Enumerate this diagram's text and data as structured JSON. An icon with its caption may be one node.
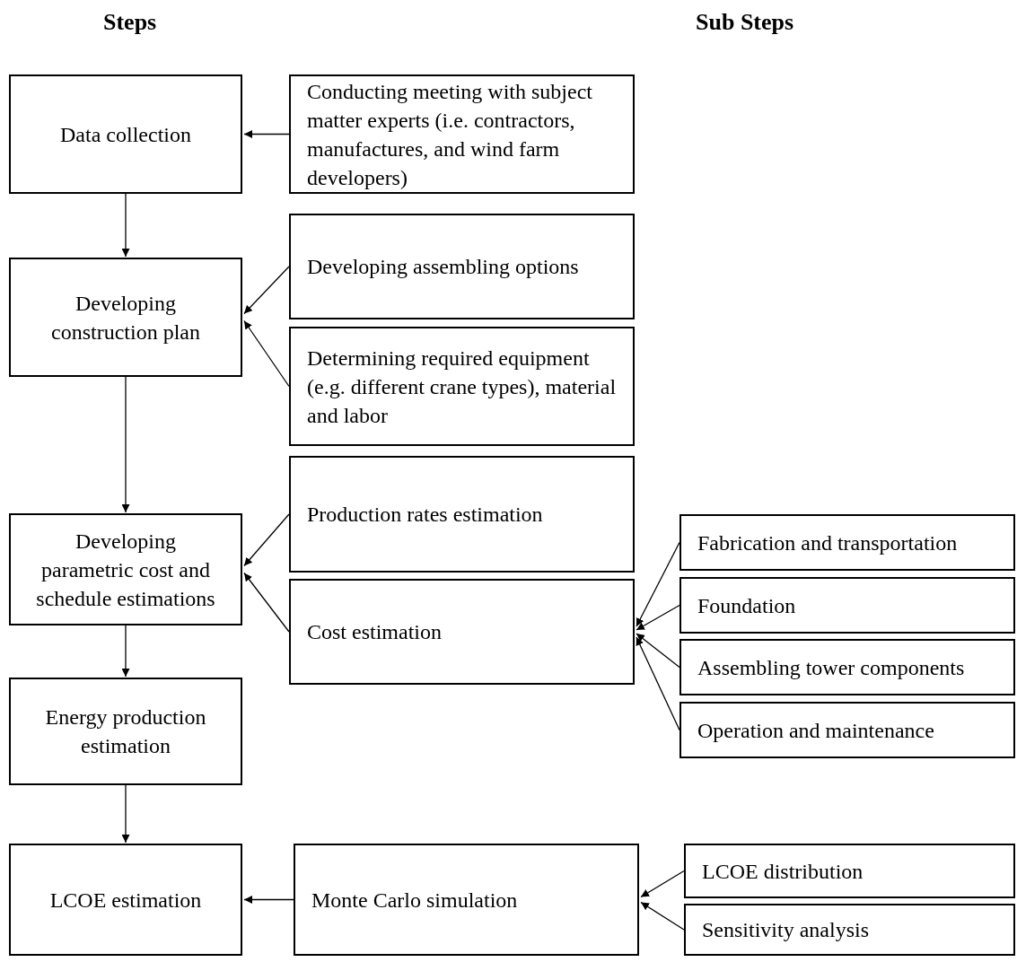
{
  "diagram": {
    "nodes": [
      {
        "text": [
          "Data collection"
        ]
      },
      {
        "text": [
          "Conducting meeting with subject matter experts (i.e. contractors, manufactures, and wind farm developers)"
        ]
      },
      {
        "text": [
          "Developing construction plan"
        ]
      },
      {
        "text": [
          "Developing assembling options"
        ]
      },
      {
        "text": [
          "Determining required equipment (e.g. different crane types), material and labor"
        ]
      },
      {
        "text": [
          "Developing parametric cost and schedule estimations"
        ]
      },
      {
        "text": [
          "Production rates estimation"
        ]
      },
      {
        "text": [
          "Cost estimation"
        ]
      },
      {
        "text": [
          "Fabrication and transportation"
        ]
      },
      {
        "text": [
          "Foundation"
        ]
      },
      {
        "text": [
          "Assembling tower components"
        ]
      },
      {
        "text": [
          "Operation and maintenance"
        ]
      },
      {
        "text": [
          "Energy production estimation"
        ]
      },
      {
        "text": [
          "LCOE estimation"
        ]
      },
      {
        "text": [
          "Monte Carlo simulation"
        ]
      },
      {
        "text": [
          "LCOE distribution"
        ]
      },
      {
        "text": [
          "Sensitivity analysis"
        ]
      }
    ],
    "edges": [
      {
        "from": 1,
        "to": 0,
        "arrow": "to"
      },
      {
        "from": 0,
        "to": 2,
        "arrow": "to"
      },
      {
        "from": 3,
        "to": 2,
        "arrow": "to"
      },
      {
        "from": 4,
        "to": 2,
        "arrow": "to"
      },
      {
        "from": 2,
        "to": 5,
        "arrow": "to"
      },
      {
        "from": 6,
        "to": 5,
        "arrow": "to"
      },
      {
        "from": 7,
        "to": 5,
        "arrow": "to"
      },
      {
        "from": 8,
        "to": 7,
        "arrow": "to"
      },
      {
        "from": 9,
        "to": 7,
        "arrow": "to"
      },
      {
        "from": 10,
        "to": 7,
        "arrow": "to"
      },
      {
        "from": 11,
        "to": 7,
        "arrow": "to"
      },
      {
        "from": 5,
        "to": 12,
        "arrow": "to"
      },
      {
        "from": 12,
        "to": 13,
        "arrow": "to"
      },
      {
        "from": 14,
        "to": 13,
        "arrow": "to"
      },
      {
        "from": 15,
        "to": 14,
        "arrow": "to"
      },
      {
        "from": 16,
        "to": 14,
        "arrow": "to"
      }
    ],
    "labels": [
      "Steps",
      "Sub Steps"
    ]
  }
}
